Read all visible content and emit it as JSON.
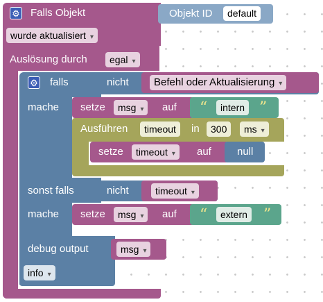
{
  "event_block": {
    "title": "Falls Objekt",
    "object_id_label": "Objekt ID",
    "object_id_value": "default",
    "trigger_value": "wurde aktualisiert",
    "trigger_by_label": "Auslösung durch",
    "trigger_by_value": "egal"
  },
  "if_block": {
    "if_label": "falls",
    "not_label": "nicht",
    "condition_value": "Befehl oder Aktualisierung",
    "do_label": "mache",
    "else_if_label": "sonst falls",
    "not_label_2": "nicht",
    "condition_value_2": "timeout",
    "do_label_2": "mache"
  },
  "set_blocks": [
    {
      "set_label": "setze",
      "var": "msg",
      "to_label": "auf",
      "text": "intern"
    },
    {
      "set_label": "setze",
      "var": "timeout",
      "to_label": "auf",
      "value": "null"
    },
    {
      "set_label": "setze",
      "var": "msg",
      "to_label": "auf",
      "text": "extern"
    }
  ],
  "timeout_block": {
    "run_label": "Ausführen",
    "var": "timeout",
    "in_label": "in",
    "delay": "300",
    "unit": "ms"
  },
  "debug_block": {
    "label": "debug output",
    "var": "msg",
    "level": "info"
  },
  "quote_open": "“",
  "quote_close": "”",
  "colors": {
    "event": "#a5588c",
    "logic": "#5b80a5",
    "timer": "#a5a55b",
    "text": "#5ba58c"
  }
}
